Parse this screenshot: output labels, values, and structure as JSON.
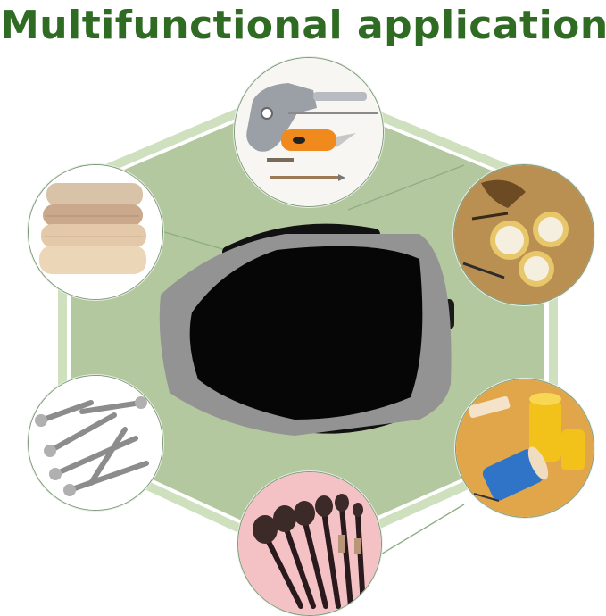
{
  "title": "Multifunctional application",
  "colors": {
    "title": "#2f6b22",
    "hexagon_fill": "#b5c9a1",
    "hexagon_outline": "#c9dbb8",
    "bag_body": "#8f8f8f",
    "bag_interior": "#050505",
    "circle_border": "#7d9a78"
  },
  "vignettes": [
    {
      "name": "tools-vignette",
      "subject": "tools-icon"
    },
    {
      "name": "towels-vignette",
      "subject": "folded-towels-icon"
    },
    {
      "name": "watches-vignette",
      "subject": "pocket-watches-icon"
    },
    {
      "name": "screws-vignette",
      "subject": "screws-icon"
    },
    {
      "name": "threads-vignette",
      "subject": "thread-spools-icon"
    },
    {
      "name": "brushes-vignette",
      "subject": "makeup-brushes-icon"
    }
  ]
}
